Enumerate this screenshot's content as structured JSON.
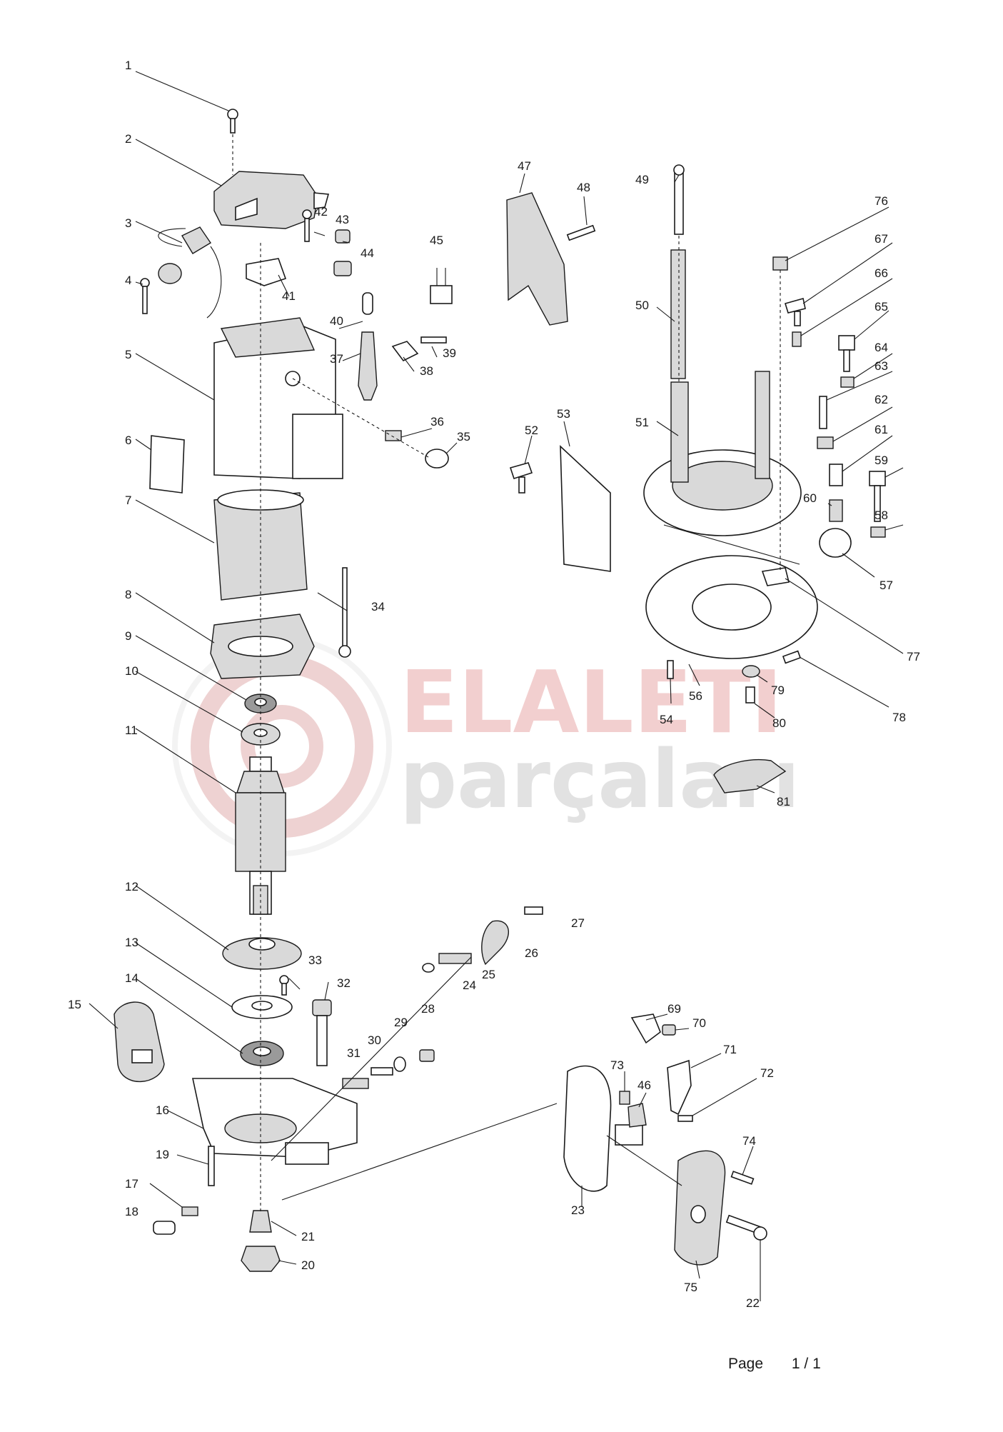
{
  "watermark": {
    "line1": "ELALETI",
    "line2": "parçaları"
  },
  "footer": {
    "page_label": "Page",
    "page_number": "1 / 1"
  },
  "colors": {
    "watermark_red": "#e9a8a8",
    "watermark_gray": "#cfcfcf",
    "ink": "#1a1a1a"
  },
  "part_labels": [
    "1",
    "2",
    "3",
    "4",
    "5",
    "6",
    "7",
    "8",
    "9",
    "10",
    "11",
    "12",
    "13",
    "14",
    "15",
    "16",
    "17",
    "18",
    "19",
    "20",
    "21",
    "22",
    "23",
    "24",
    "25",
    "26",
    "27",
    "28",
    "29",
    "30",
    "31",
    "32",
    "33",
    "34",
    "35",
    "36",
    "37",
    "38",
    "39",
    "40",
    "41",
    "42",
    "43",
    "44",
    "45",
    "46",
    "47",
    "48",
    "49",
    "50",
    "51",
    "52",
    "53",
    "54",
    "56",
    "57",
    "58",
    "59",
    "60",
    "61",
    "62",
    "63",
    "64",
    "65",
    "66",
    "67",
    "69",
    "70",
    "71",
    "72",
    "73",
    "74",
    "75",
    "76",
    "77",
    "78",
    "79",
    "80",
    "81"
  ]
}
